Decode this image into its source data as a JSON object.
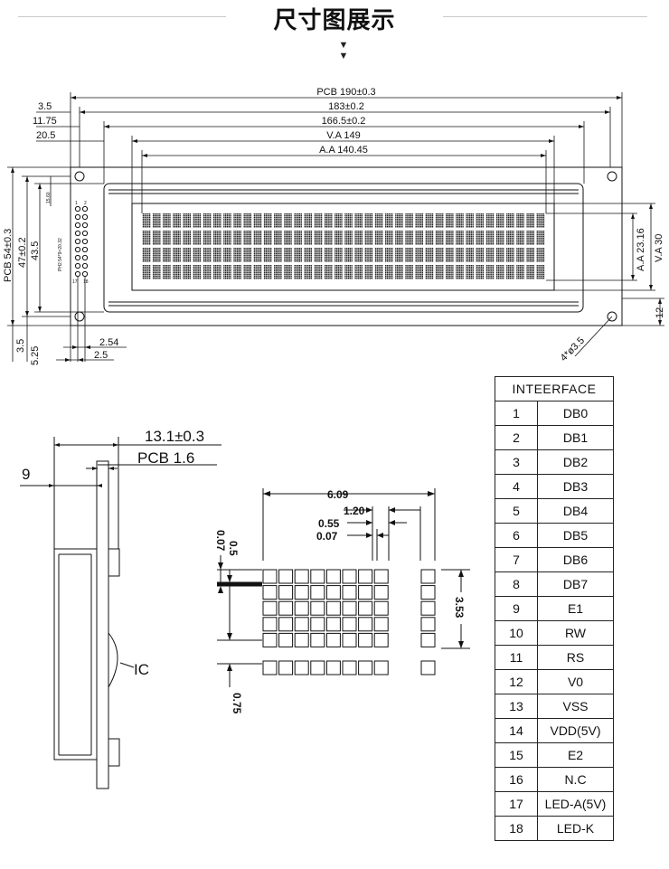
{
  "header": {
    "title": "尺寸图展示",
    "arrows": "▼\n▼"
  },
  "front_view": {
    "dim_pcb_width": "PCB 190±0.3",
    "dim_183": "183±0.2",
    "dim_1665": "166.5±0.2",
    "dim_va_width": "V.A 149",
    "dim_aa_width": "A.A 140.45",
    "dim_35_top": "3.5",
    "dim_1175": "11.75",
    "dim_205": "20.5",
    "dim_pcb_height": "PCB 54±0.3",
    "dim_47": "47±0.2",
    "dim_435": "43.5",
    "dim_aa_height": "A.A 23.16",
    "dim_va_height": "V.A 30",
    "dim_12": "12",
    "dim_35_bottom": "3.5",
    "dim_525": "5.25",
    "dim_254": "2.54",
    "dim_25": "2.5",
    "dim_holes": "4*ø3.5",
    "dim_1560": "15.60",
    "dim_pin_header": "PH2.54*9=20.32",
    "pin_1": "1",
    "pin_2": "2",
    "pin_17": "17",
    "pin_18": "18"
  },
  "side_view": {
    "dim_thickness": "13.1±0.3",
    "dim_pcb_thickness": "PCB 1.6",
    "dim_9": "9",
    "ic_label": "IC"
  },
  "char_detail": {
    "dim_609": "6.09",
    "dim_120": "1.20",
    "dim_055": "0.55",
    "dim_007_h": "0.07",
    "dim_05": "0.5",
    "dim_007_v": "0.07",
    "dim_353": "3.53",
    "dim_075": "0.75"
  },
  "interface": {
    "header": "INTEERFACE",
    "pins": [
      {
        "num": "1",
        "name": "DB0"
      },
      {
        "num": "2",
        "name": "DB1"
      },
      {
        "num": "3",
        "name": "DB2"
      },
      {
        "num": "4",
        "name": "DB3"
      },
      {
        "num": "5",
        "name": "DB4"
      },
      {
        "num": "6",
        "name": "DB5"
      },
      {
        "num": "7",
        "name": "DB6"
      },
      {
        "num": "8",
        "name": "DB7"
      },
      {
        "num": "9",
        "name": "E1"
      },
      {
        "num": "10",
        "name": "RW"
      },
      {
        "num": "11",
        "name": "RS"
      },
      {
        "num": "12",
        "name": "V0"
      },
      {
        "num": "13",
        "name": "VSS"
      },
      {
        "num": "14",
        "name": "VDD(5V)"
      },
      {
        "num": "15",
        "name": "E2"
      },
      {
        "num": "16",
        "name": "N.C"
      },
      {
        "num": "17",
        "name": "LED-A(5V)"
      },
      {
        "num": "18",
        "name": "LED-K"
      }
    ]
  },
  "colors": {
    "line": "#111111",
    "pixel": "#222222",
    "title_rule": "#c9c9c9"
  }
}
